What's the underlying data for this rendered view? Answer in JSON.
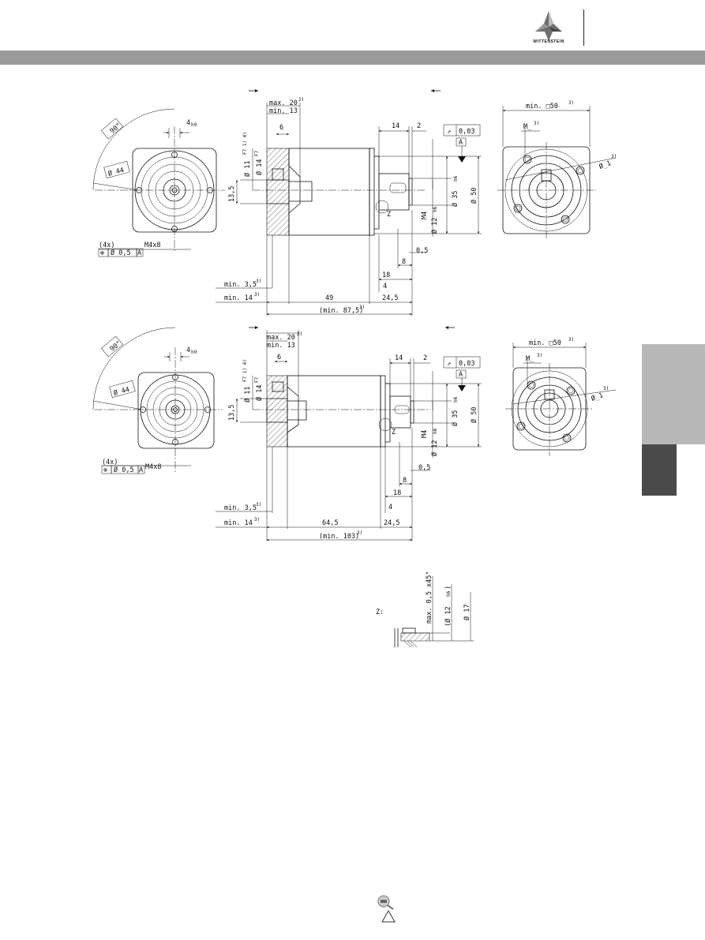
{
  "brand": {
    "name": "WITTENSTEIN"
  },
  "top": {
    "max_20": "max. 20",
    "sup_2": "2)",
    "min_13": "min. 13",
    "d_11f7": "Ø 11",
    "f7_14": "F7 1) 4)",
    "d_14f7": "Ø 14",
    "f7": "F7",
    "dim_6": "6",
    "dim_13_5": "13,5",
    "dim_14": "14",
    "dim_2": "2",
    "tol_003": "0,03",
    "datum_a": "A",
    "d_35": "Ø 35",
    "h6": "h6",
    "d_50": "Ø 50",
    "m4": "M4",
    "d_12": "Ø 12",
    "z": "Z",
    "dim_0_5": "0,5",
    "dim_8": "8",
    "dim_18": "18",
    "dim_4": "4",
    "min_3_5": "min. 3,5",
    "min_14": "min. 14",
    "sup_3": "3)",
    "dim_49": "49",
    "dim_24_5": "24,5",
    "min_total": "(min. 87,5)",
    "angle_90": "90°",
    "d_44": "Ø 44",
    "dim_4h9": "4",
    "h9": "h9",
    "qty_4x": "(4x)",
    "pos_tol": "Ø 0,5",
    "m4x8": "M4x8",
    "min_sq50": "min. □50",
    "m_": "M_",
    "d_1": "Ø_1"
  },
  "bottom": {
    "max_20": "max. 20",
    "sup_2": "2)",
    "min_13": "min. 13",
    "d_11f7": "Ø 11",
    "f7_14": "F7 1) 4)",
    "d_14f7": "Ø 14",
    "f7": "F7",
    "dim_6": "6",
    "dim_13_5": "13,5",
    "dim_14": "14",
    "dim_2": "2",
    "tol_003": "0,03",
    "datum_a": "A",
    "d_35": "Ø 35",
    "h6": "h6",
    "d_50": "Ø 50",
    "m4": "M4",
    "d_12": "Ø 12",
    "z": "Z",
    "dim_0_5": "0,5",
    "dim_8": "8",
    "dim_18": "18",
    "dim_4": "4",
    "min_3_5": "min. 3,5",
    "min_14": "min. 14",
    "sup_3": "3)",
    "dim_64_5": "64,5",
    "dim_24_5": "24,5",
    "min_total": "(min. 103)",
    "angle_90": "90°",
    "d_44": "Ø 44",
    "dim_4h9": "4",
    "h9": "h9",
    "qty_4x": "(4x)",
    "pos_tol": "Ø 0,5",
    "m4x8": "M4x8",
    "min_sq50": "min. □50",
    "m_": "M_",
    "d_1": "Ø_1"
  },
  "detail": {
    "label": "Z:",
    "chamfer": "max. 0,5 x45°",
    "d_12": "(Ø 12",
    "h6": "h6",
    "close": ")",
    "d_17": "Ø 17"
  }
}
